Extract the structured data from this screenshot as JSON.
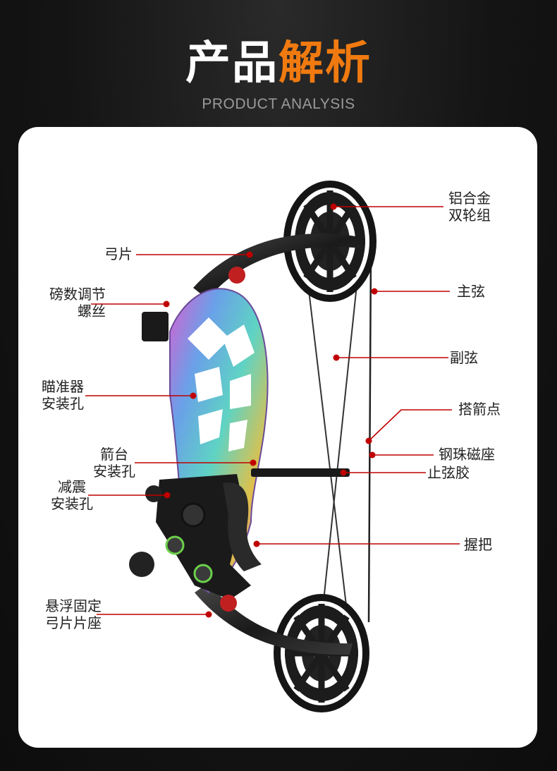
{
  "header": {
    "title_white": "产品",
    "title_orange": "解析",
    "subtitle": "PRODUCT ANALYSIS"
  },
  "colors": {
    "accent": "#f07a10",
    "marker": "#c00000",
    "background": "#111111",
    "card": "#ffffff"
  },
  "labels": {
    "cam": [
      "铝合金",
      "双轮组"
    ],
    "limb": [
      "弓片"
    ],
    "weight_screw": [
      "磅数调节",
      "螺丝"
    ],
    "main_string": [
      "主弦"
    ],
    "cable": [
      "副弦"
    ],
    "sight_mount": [
      "瞄准器",
      "安装孔"
    ],
    "nock_point": [
      "搭箭点"
    ],
    "peep_mount": [
      "钢珠磁座"
    ],
    "rest_mount": [
      "箭台",
      "安装孔"
    ],
    "string_stop": [
      "止弦胶"
    ],
    "stabilizer_mount": [
      "减震",
      "安装孔"
    ],
    "grip": [
      "握把"
    ],
    "limb_pocket": [
      "悬浮固定",
      "弓片片座"
    ]
  }
}
